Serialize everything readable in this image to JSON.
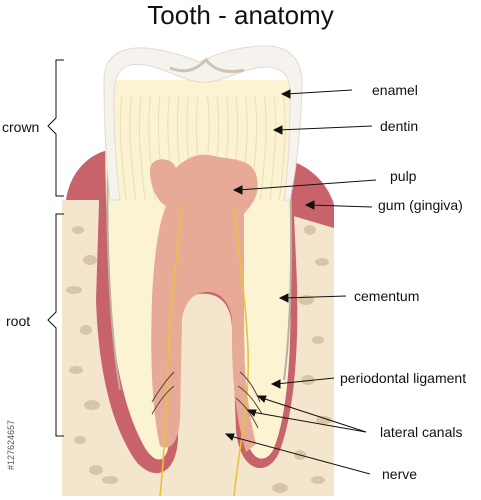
{
  "title": "Tooth - anatomy",
  "side_labels": {
    "crown": "crown",
    "root": "root"
  },
  "labels": {
    "enamel": "enamel",
    "dentin": "dentin",
    "pulp": "pulp",
    "gum": "gum (gingiva)",
    "cementum": "cementum",
    "ligament": "periodontal ligament",
    "lateral": "lateral canals",
    "nerve": "nerve"
  },
  "credit": "#127624657",
  "colors": {
    "bone": "#f3e6cc",
    "bone_spot": "#d8c6a6",
    "gum": "#c9636b",
    "enamel": "#f6f3ee",
    "dentin": "#fbf3d2",
    "pulp": "#e6aa96",
    "nerve": "#e7c23c",
    "line": "#222222"
  }
}
